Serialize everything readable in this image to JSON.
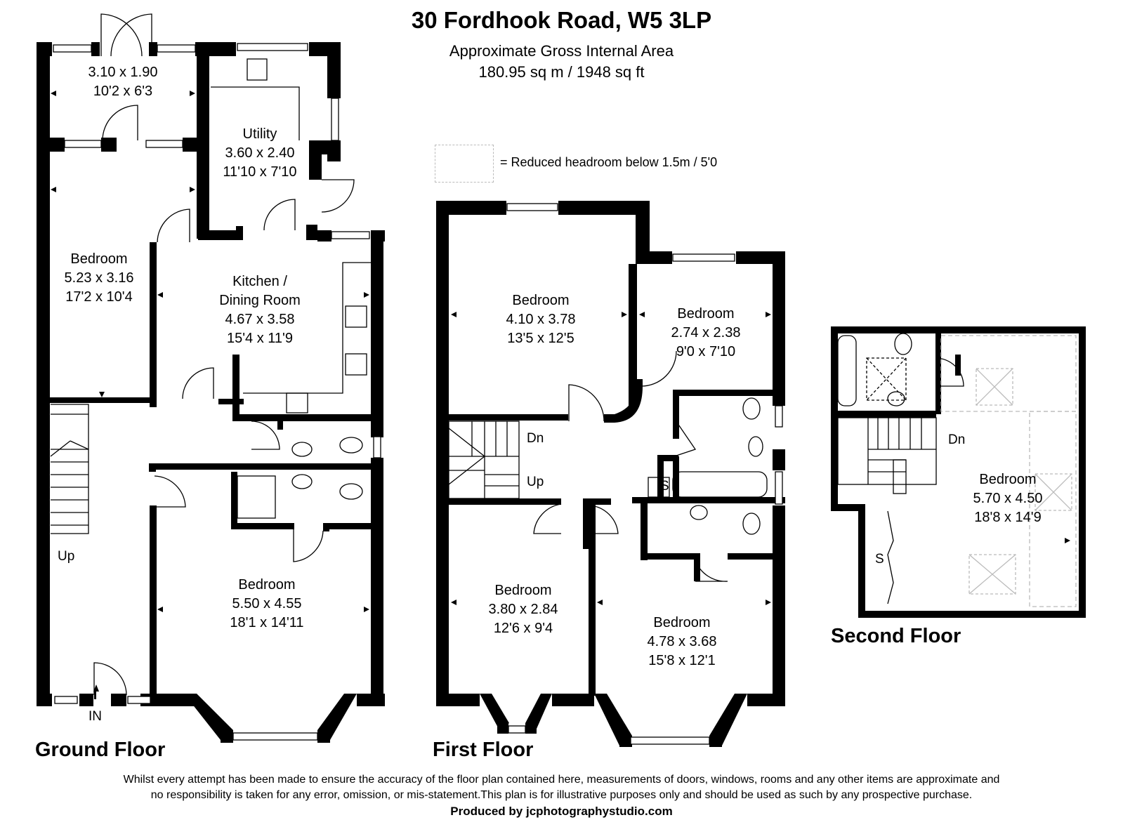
{
  "header": {
    "title": "30 Fordhook Road, W5 3LP",
    "area_label": "Approximate Gross Internal Area",
    "area_value": "180.95 sq m / 1948 sq ft"
  },
  "legend": {
    "text": "= Reduced headroom below 1.5m / 5'0"
  },
  "floors": {
    "ground": {
      "label": "Ground Floor",
      "rooms": [
        {
          "line1": "",
          "line2": "3.10 x 1.90",
          "line3": "10'2 x 6'3"
        },
        {
          "line1": "Utility",
          "line2": "3.60 x 2.40",
          "line3": "11'10 x 7'10"
        },
        {
          "line1": "Bedroom",
          "line2": "5.23 x 3.16",
          "line3": "17'2 x 10'4"
        },
        {
          "line1": "Kitchen /",
          "line1b": "Dining Room",
          "line2": "4.67 x 3.58",
          "line3": "15'4 x 11'9"
        },
        {
          "line1": "Bedroom",
          "line2": "5.50 x 4.55",
          "line3": "18'1 x 14'11"
        }
      ],
      "up": "Up",
      "entrance": "IN"
    },
    "first": {
      "label": "First Floor",
      "rooms": [
        {
          "line1": "Bedroom",
          "line2": "4.10 x 3.78",
          "line3": "13'5 x 12'5"
        },
        {
          "line1": "Bedroom",
          "line2": "2.74 x 2.38",
          "line3": "9'0 x 7'10"
        },
        {
          "line1": "Bedroom",
          "line2": "3.80 x 2.84",
          "line3": "12'6 x 9'4"
        },
        {
          "line1": "Bedroom",
          "line2": "4.78 x 3.68",
          "line3": "15'8 x 12'1"
        }
      ],
      "dn": "Dn",
      "up": "Up",
      "storage": "S"
    },
    "second": {
      "label": "Second Floor",
      "rooms": [
        {
          "line1": "Bedroom",
          "line2": "5.70 x 4.50",
          "line3": "18'8 x 14'9"
        }
      ],
      "dn": "Dn",
      "storage": "S"
    }
  },
  "footer": {
    "disclaimer_1": "Whilst every attempt has been made to ensure the accuracy of the floor plan contained here, measurements of doors, windows, rooms and any other items are approximate and",
    "disclaimer_2": "no responsibility is taken for any error, omission, or mis-statement.This plan is for illustrative purposes only and should be used as such by any prospective purchase.",
    "produced_by": "Produced by jcphotographystudio.com"
  }
}
